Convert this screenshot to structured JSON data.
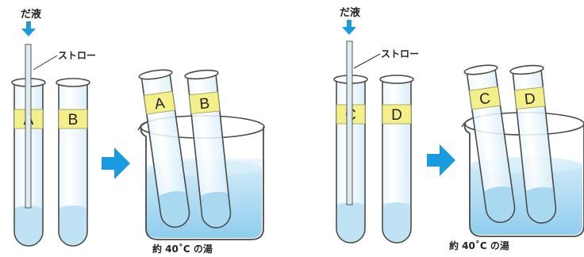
{
  "left_panel": {
    "saliva_label": "だ液",
    "straw_label": "ストロー",
    "tube_labels": [
      "A",
      "B"
    ],
    "water_label": "約 40˚C の湯"
  },
  "right_panel": {
    "saliva_label": "だ液",
    "straw_label": "ストロー",
    "tube_labels": [
      "C",
      "D"
    ],
    "water_label": "約 40˚C の湯"
  },
  "colors": {
    "arrow": "#1a9be0",
    "liquid": "#bfe3f5",
    "tube_outline": "#4a4a4a",
    "label_band": "#f3ef8a",
    "water": "#a8d9f2"
  }
}
